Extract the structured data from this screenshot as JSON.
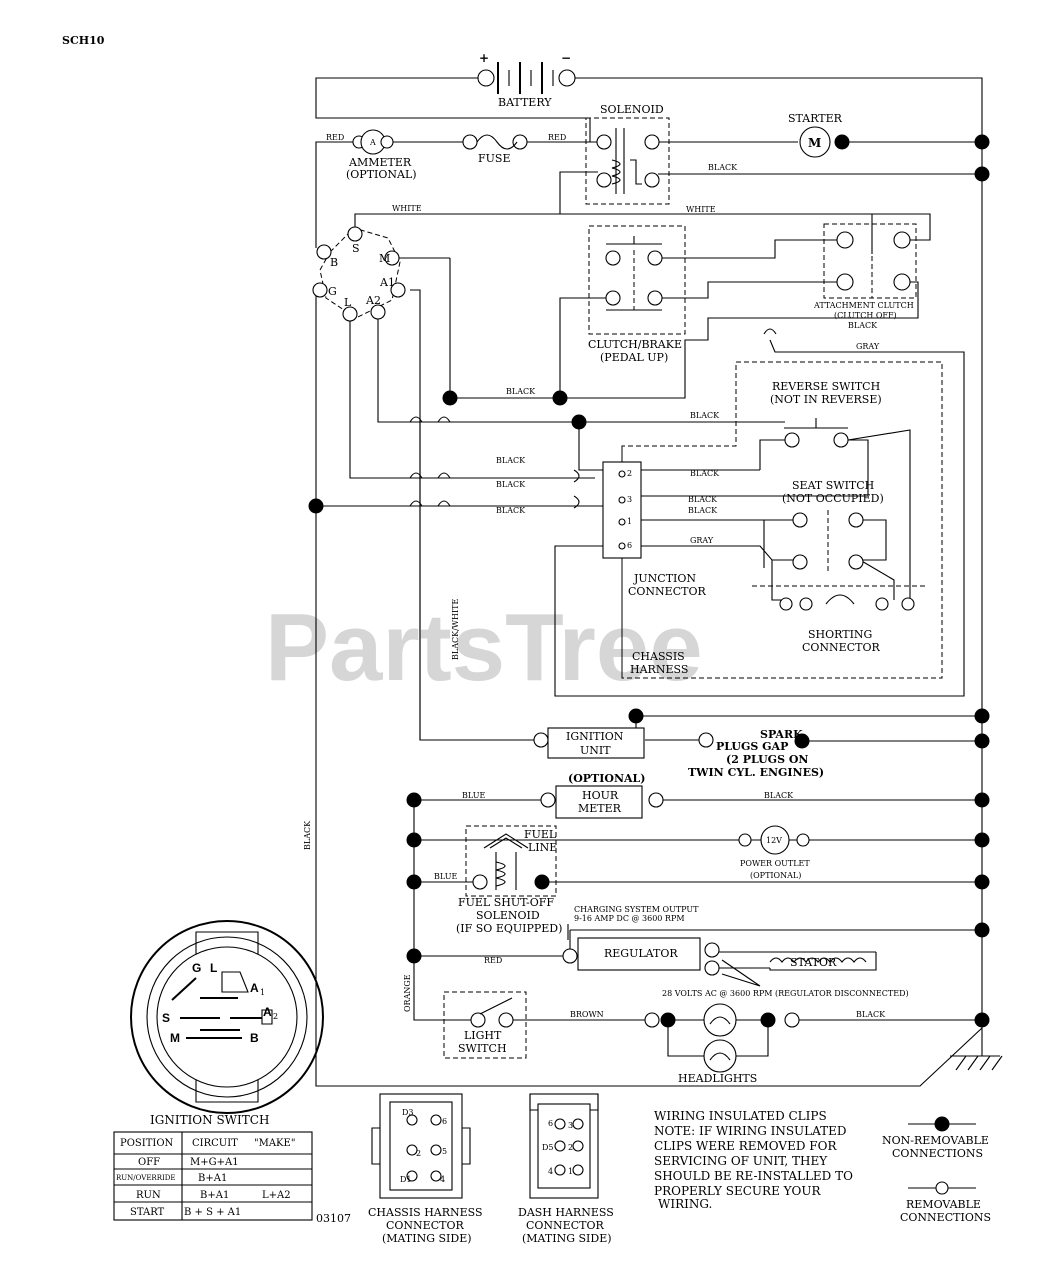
{
  "doc_id": "SCH10",
  "figure_number": "03107",
  "watermark": "PartsTree",
  "components": {
    "battery": "BATTERY",
    "battery_plus": "+",
    "battery_minus": "−",
    "solenoid": "SOLENOID",
    "starter": "STARTER",
    "starter_symbol": "M",
    "ammeter_line1": "AMMETER",
    "ammeter_line2": "(OPTIONAL)",
    "ammeter_symbol": "A",
    "fuse": "FUSE",
    "clutch_brake_line1": "CLUTCH/BRAKE",
    "clutch_brake_line2": "(PEDAL UP)",
    "attachment_clutch_line1": "ATTACHMENT CLUTCH",
    "attachment_clutch_line2": "(CLUTCH OFF)",
    "reverse_switch_line1": "REVERSE SWITCH",
    "reverse_switch_line2": "(NOT IN REVERSE)",
    "seat_switch_line1": "SEAT SWITCH",
    "seat_switch_line2": "(NOT OCCUPIED)",
    "junction_line1": "JUNCTION",
    "junction_line2": "CONNECTOR",
    "shorting_line1": "SHORTING",
    "shorting_line2": "CONNECTOR",
    "chassis_harness_line1": "CHASSIS",
    "chassis_harness_line2": "HARNESS",
    "ignition_unit_line1": "IGNITION",
    "ignition_unit_line2": "UNIT",
    "spark_line1": "SPARK",
    "spark_line2": "PLUGS GAP",
    "spark_line3": "(2 PLUGS ON",
    "spark_line4": "TWIN CYL. ENGINES)",
    "hour_meter_optional": "(OPTIONAL)",
    "hour_meter_line1": "HOUR",
    "hour_meter_line2": "METER",
    "fuel_line_line1": "FUEL",
    "fuel_line_line2": "LINE",
    "power_outlet_symbol": "12V",
    "power_outlet_line1": "POWER OUTLET",
    "power_outlet_line2": "(OPTIONAL)",
    "fuel_solenoid_line1": "FUEL SHUT-OFF",
    "fuel_solenoid_line2": "SOLENOID",
    "fuel_solenoid_line3": "(IF SO EQUIPPED)",
    "charging_line1": "CHARGING SYSTEM OUTPUT",
    "charging_line2": "9-16 AMP DC @ 3600 RPM",
    "regulator": "REGULATOR",
    "stator": "STATOR",
    "stator_note": "28 VOLTS AC @ 3600 RPM (REGULATOR DISCONNECTED)",
    "light_switch_line1": "LIGHT",
    "light_switch_line2": "SWITCH",
    "headlights": "HEADLIGHTS"
  },
  "wire_labels": {
    "red": "RED",
    "white": "WHITE",
    "black": "BLACK",
    "gray": "GRAY",
    "blue": "BLUE",
    "orange": "ORANGE",
    "brown": "BROWN",
    "black_white": "BLACK/WHITE"
  },
  "ignition_terminals": {
    "S": "S",
    "B": "B",
    "M": "M",
    "G": "G",
    "L": "L",
    "A1": "A1",
    "A2": "A2"
  },
  "junction_pins": {
    "p2": "2",
    "p3": "3",
    "p1": "1",
    "p6": "6"
  },
  "ignition_switch_face": {
    "G": "G",
    "L": "L",
    "A1": "A",
    "A1_sub": "1",
    "A2": "A",
    "A2_sub": "2",
    "S": "S",
    "M": "M",
    "B": "B"
  },
  "ignition_switch_table": {
    "title": "IGNITION SWITCH",
    "headers": [
      "POSITION",
      "CIRCUIT",
      "\"MAKE\""
    ],
    "rows": [
      [
        "OFF",
        "M+G+A1",
        ""
      ],
      [
        "RUN/OVERRIDE",
        "B+A1",
        ""
      ],
      [
        "RUN",
        "B+A1",
        "L+A2"
      ],
      [
        "START",
        "B + S + A1",
        ""
      ]
    ]
  },
  "chassis_connector": {
    "line1": "CHASSIS HARNESS",
    "line2": "CONNECTOR",
    "line3": "(MATING SIDE)",
    "pins": [
      "D3",
      "6",
      "2",
      "5",
      "D1",
      "4"
    ]
  },
  "dash_connector": {
    "line1": "DASH HARNESS",
    "line2": "CONNECTOR",
    "line3": "(MATING SIDE)",
    "pins": [
      "6",
      "3",
      "D5",
      "2",
      "4",
      "1"
    ]
  },
  "note": {
    "line1": "WIRING INSULATED CLIPS",
    "line2": "NOTE:  IF WIRING INSULATED",
    "line3": "CLIPS WERE REMOVED FOR",
    "line4": "SERVICING OF UNIT, THEY",
    "line5": "SHOULD BE RE-INSTALLED TO",
    "line6": "PROPERLY SECURE YOUR",
    "line7": "WIRING."
  },
  "legend": {
    "non_removable_line1": "NON-REMOVABLE",
    "non_removable_line2": "CONNECTIONS",
    "removable_line1": "REMOVABLE",
    "removable_line2": "CONNECTIONS"
  }
}
